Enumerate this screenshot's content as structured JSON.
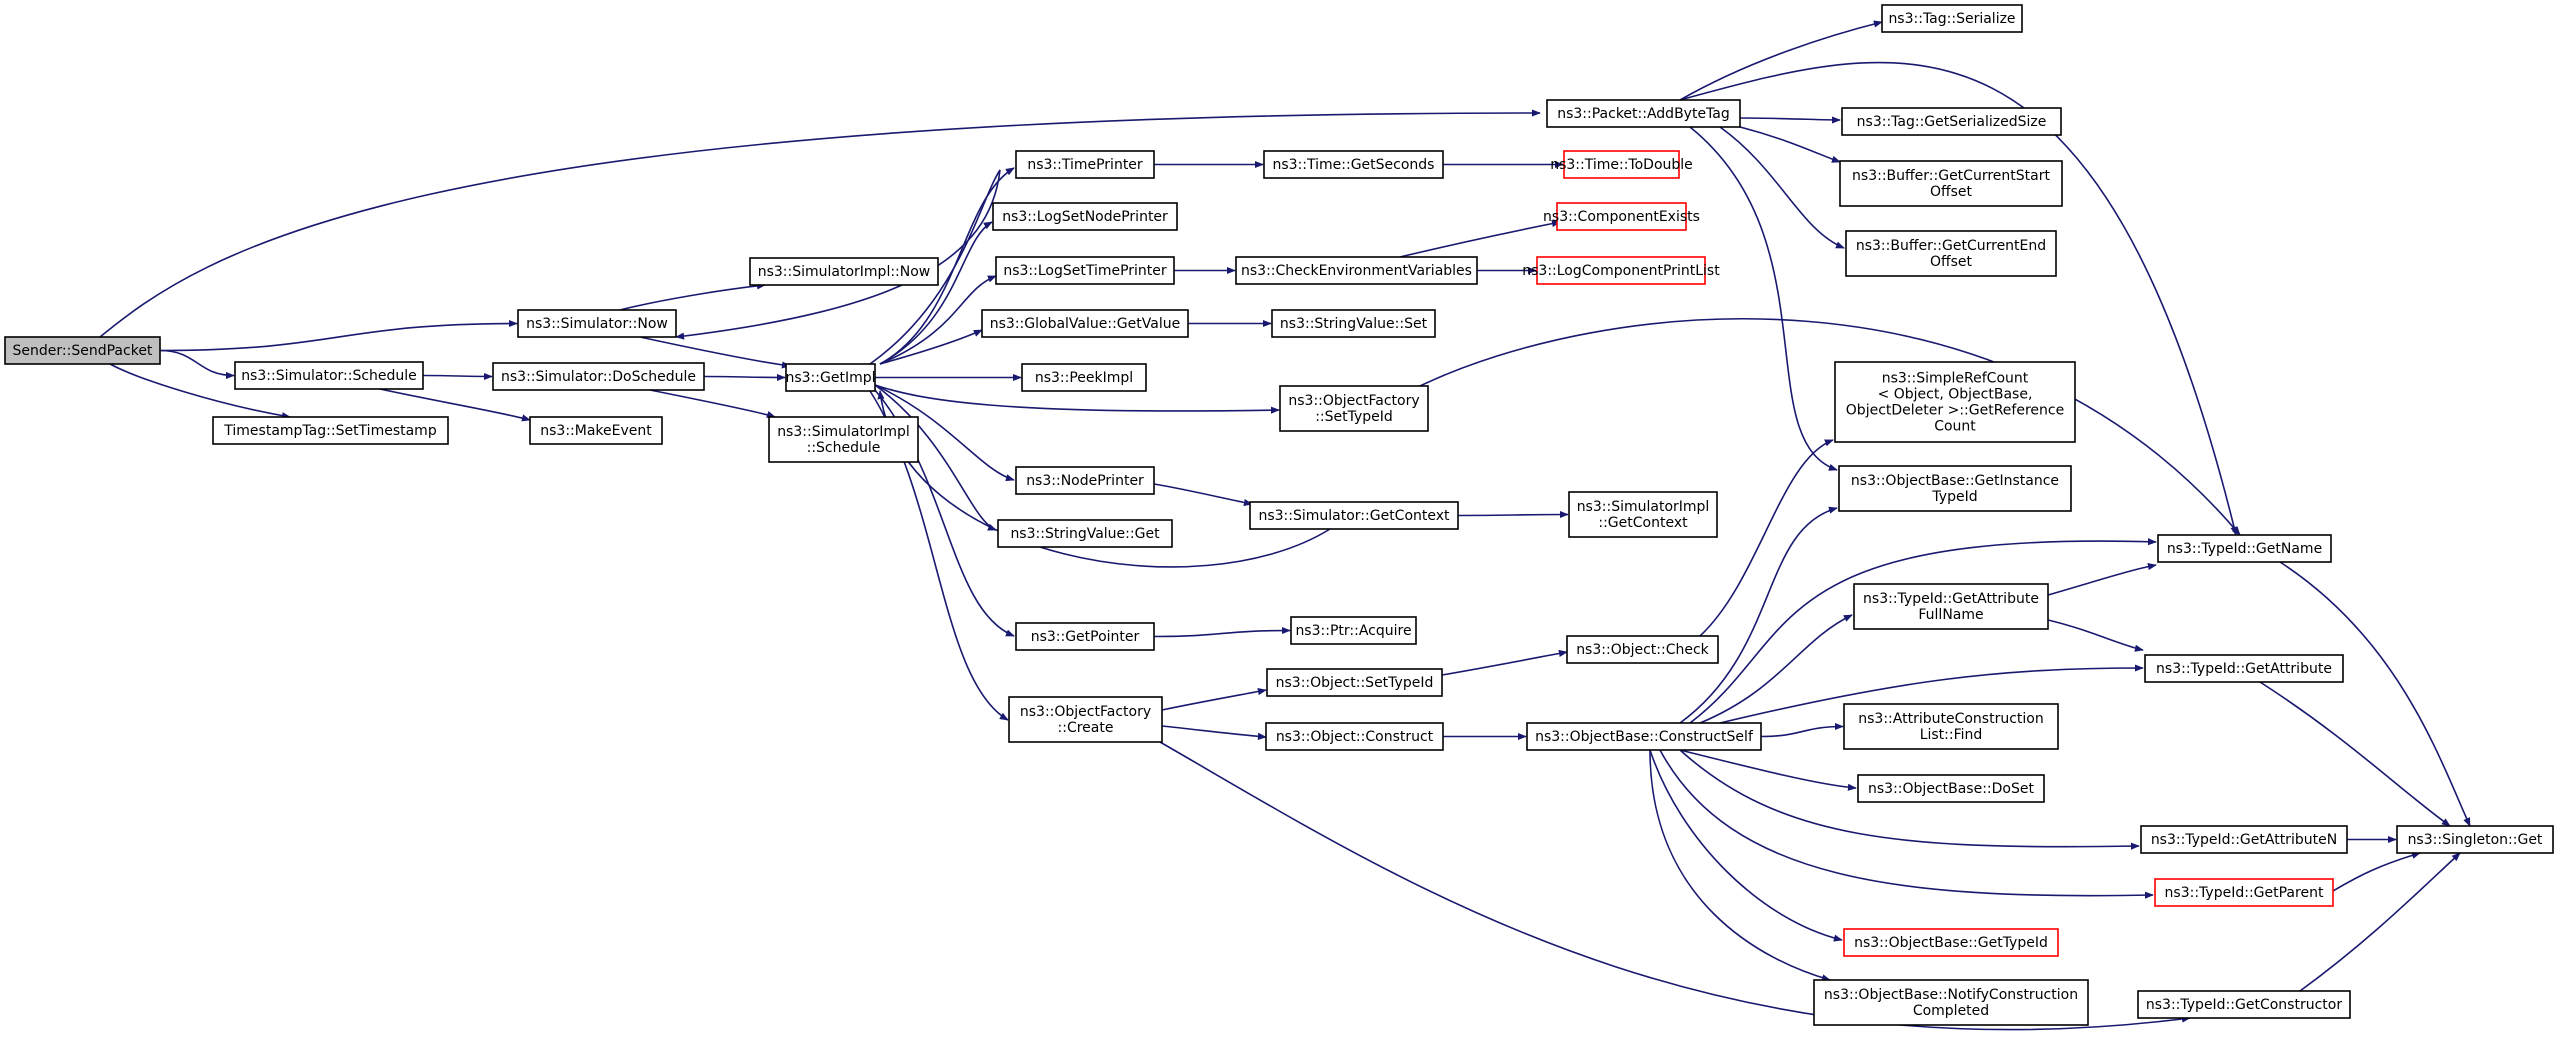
{
  "diagram": {
    "colors": {
      "edge": "#191970",
      "box_border": "#000000",
      "root_fill": "#bfbfbf",
      "truncated_border": "#ff0000"
    },
    "nodes": [
      {
        "id": "sendpacket",
        "lines": [
          "Sender::SendPacket"
        ],
        "root": true
      },
      {
        "id": "sim_schedule",
        "lines": [
          "ns3::Simulator::Schedule"
        ]
      },
      {
        "id": "settimestamp",
        "lines": [
          "TimestampTag::SetTimestamp"
        ]
      },
      {
        "id": "sim_now",
        "lines": [
          "ns3::Simulator::Now"
        ]
      },
      {
        "id": "simimpl_now",
        "lines": [
          "ns3::SimulatorImpl::Now"
        ]
      },
      {
        "id": "doschedule",
        "lines": [
          "ns3::Simulator::DoSchedule"
        ]
      },
      {
        "id": "makeevent",
        "lines": [
          "ns3::MakeEvent"
        ]
      },
      {
        "id": "simimpl_schedule",
        "lines": [
          "ns3::SimulatorImpl",
          "::Schedule"
        ]
      },
      {
        "id": "getimpl",
        "lines": [
          "ns3::GetImpl"
        ]
      },
      {
        "id": "timeprinter",
        "lines": [
          "ns3::TimePrinter"
        ]
      },
      {
        "id": "logsetnode",
        "lines": [
          "ns3::LogSetNodePrinter"
        ]
      },
      {
        "id": "logsettime",
        "lines": [
          "ns3::LogSetTimePrinter"
        ]
      },
      {
        "id": "gv_getvalue",
        "lines": [
          "ns3::GlobalValue::GetValue"
        ]
      },
      {
        "id": "peekimpl",
        "lines": [
          "ns3::PeekImpl"
        ]
      },
      {
        "id": "nodeprinter",
        "lines": [
          "ns3::NodePrinter"
        ]
      },
      {
        "id": "sv_get",
        "lines": [
          "ns3::StringValue::Get"
        ]
      },
      {
        "id": "getpointer",
        "lines": [
          "ns3::GetPointer"
        ]
      },
      {
        "id": "of_create",
        "lines": [
          "ns3::ObjectFactory",
          "::Create"
        ]
      },
      {
        "id": "time_getseconds",
        "lines": [
          "ns3::Time::GetSeconds"
        ]
      },
      {
        "id": "time_todouble",
        "lines": [
          "ns3::Time::ToDouble"
        ],
        "red": true
      },
      {
        "id": "checkenv",
        "lines": [
          "ns3::CheckEnvironmentVariables"
        ]
      },
      {
        "id": "compexists",
        "lines": [
          "ns3::ComponentExists"
        ],
        "red": true
      },
      {
        "id": "logcompprint",
        "lines": [
          "ns3::LogComponentPrintList"
        ],
        "red": true
      },
      {
        "id": "sv_set",
        "lines": [
          "ns3::StringValue::Set"
        ]
      },
      {
        "id": "of_settypeid",
        "lines": [
          "ns3::ObjectFactory",
          "::SetTypeId"
        ]
      },
      {
        "id": "sim_getcontext",
        "lines": [
          "ns3::Simulator::GetContext"
        ]
      },
      {
        "id": "simimpl_getcontext",
        "lines": [
          "ns3::SimulatorImpl",
          "::GetContext"
        ]
      },
      {
        "id": "ptr_acquire",
        "lines": [
          "ns3::Ptr::Acquire"
        ]
      },
      {
        "id": "obj_settypeid",
        "lines": [
          "ns3::Object::SetTypeId"
        ]
      },
      {
        "id": "obj_construct",
        "lines": [
          "ns3::Object::Construct"
        ]
      },
      {
        "id": "obj_check",
        "lines": [
          "ns3::Object::Check"
        ]
      },
      {
        "id": "ob_constructself",
        "lines": [
          "ns3::ObjectBase::ConstructSelf"
        ]
      },
      {
        "id": "addbytetag",
        "lines": [
          "ns3::Packet::AddByteTag"
        ]
      },
      {
        "id": "tag_serialize",
        "lines": [
          "ns3::Tag::Serialize"
        ]
      },
      {
        "id": "tag_getsize",
        "lines": [
          "ns3::Tag::GetSerializedSize"
        ]
      },
      {
        "id": "buf_start",
        "lines": [
          "ns3::Buffer::GetCurrentStart",
          "Offset"
        ]
      },
      {
        "id": "buf_end",
        "lines": [
          "ns3::Buffer::GetCurrentEnd",
          "Offset"
        ]
      },
      {
        "id": "simplerefcount",
        "lines": [
          "ns3::SimpleRefCount",
          "< Object, ObjectBase,",
          "ObjectDeleter >::GetReference",
          "Count"
        ]
      },
      {
        "id": "ob_getinstance",
        "lines": [
          "ns3::ObjectBase::GetInstance",
          "TypeId"
        ]
      },
      {
        "id": "tid_getattrfull",
        "lines": [
          "ns3::TypeId::GetAttribute",
          "FullName"
        ]
      },
      {
        "id": "acl_find",
        "lines": [
          "ns3::AttributeConstruction",
          "List::Find"
        ]
      },
      {
        "id": "ob_doset",
        "lines": [
          "ns3::ObjectBase::DoSet"
        ]
      },
      {
        "id": "ob_gettypeid",
        "lines": [
          "ns3::ObjectBase::GetTypeId"
        ],
        "red": true
      },
      {
        "id": "ob_notify",
        "lines": [
          "ns3::ObjectBase::NotifyConstruction",
          "Completed"
        ]
      },
      {
        "id": "tid_getname",
        "lines": [
          "ns3::TypeId::GetName"
        ]
      },
      {
        "id": "tid_getattr",
        "lines": [
          "ns3::TypeId::GetAttribute"
        ]
      },
      {
        "id": "tid_getattrn",
        "lines": [
          "ns3::TypeId::GetAttributeN"
        ]
      },
      {
        "id": "tid_getparent",
        "lines": [
          "ns3::TypeId::GetParent"
        ],
        "red": true
      },
      {
        "id": "tid_getconstructor",
        "lines": [
          "ns3::TypeId::GetConstructor"
        ]
      },
      {
        "id": "singleton_get",
        "lines": [
          "ns3::Singleton::Get"
        ]
      }
    ]
  }
}
